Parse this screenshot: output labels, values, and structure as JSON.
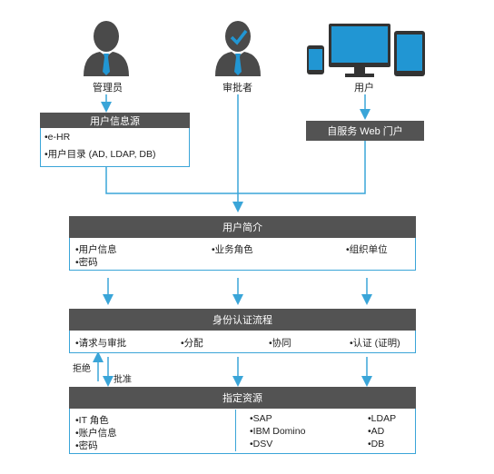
{
  "actors": {
    "admin": {
      "label": "管理员",
      "icon": "admin-person-icon"
    },
    "approver": {
      "label": "审批者",
      "icon": "approver-person-check-icon"
    },
    "user": {
      "label": "用户",
      "icon": "devices-icon"
    }
  },
  "user_info_source": {
    "title": "用户信息源",
    "items": [
      "•e-HR",
      "•用户目录 (AD, LDAP, DB)"
    ]
  },
  "self_service": {
    "label": "自服务 Web 门户"
  },
  "user_profile": {
    "title": "用户简介",
    "items": [
      "•用户信息",
      "•密码",
      "•业务角色",
      "•组织单位"
    ]
  },
  "auth_flow": {
    "title": "身份认证流程",
    "items": [
      "•请求与审批",
      "•分配",
      "•协同",
      "•认证 (证明)"
    ]
  },
  "flow_labels": {
    "reject": "拒绝",
    "approve": "批准"
  },
  "assigned_resources": {
    "title": "指定资源",
    "left": [
      "•IT 角色",
      "•账户信息",
      "•密码"
    ],
    "mid": [
      "•SAP",
      "•IBM Domino",
      "•DSV"
    ],
    "right": [
      "•LDAP",
      "•AD",
      "•DB"
    ]
  },
  "colors": {
    "accent": "#3aa5d8",
    "header": "#535353",
    "icon_gray": "#4a4a4a",
    "device_blue": "#2196d3"
  }
}
